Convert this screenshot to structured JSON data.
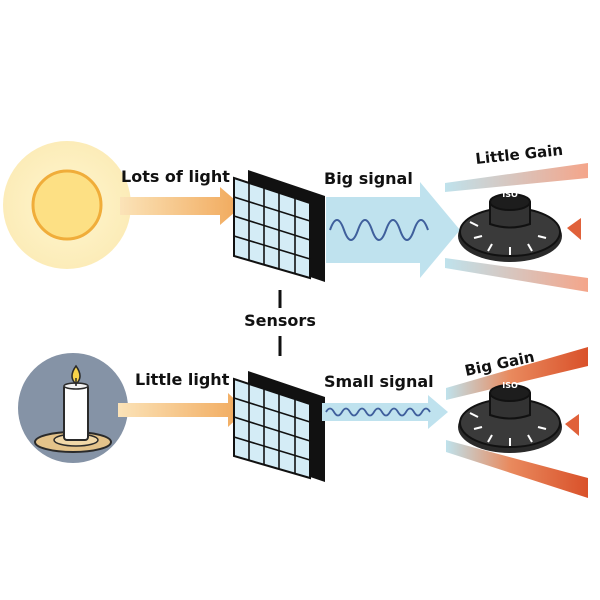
{
  "labels": {
    "lots_of_light": "Lots of light",
    "big_signal": "Big signal",
    "little_gain": "Little Gain",
    "sensors": "Sensors",
    "little_light": "Little light",
    "small_signal": "Small signal",
    "big_gain": "Big Gain",
    "iso_top": "ISO",
    "iso_bottom": "ISO"
  },
  "colors": {
    "sun_glow": "#fdf2c4",
    "sun_core": "#fde27e",
    "sun_rim": "#f3b23c",
    "night_disc": "#8593a6",
    "light_arrow": "#f3b56a",
    "signal_arrow": "#bde2ee",
    "wave": "#4a6aa5",
    "sensor_cell": "#cfe8f3",
    "sensor_body": "#111111",
    "gain_low": "#f4c7a3",
    "gain_high": "#e0613a",
    "dial": "#2a2a2a",
    "pointer": "#e0613a",
    "candle": "#ffffff",
    "flame": "#f7d24a",
    "holder": "#e4c38a"
  },
  "icons": [
    "sun-icon",
    "candle-icon",
    "sensor-grid-icon",
    "iso-dial-icon",
    "sine-wave-icon",
    "pointer-triangle-icon"
  ]
}
